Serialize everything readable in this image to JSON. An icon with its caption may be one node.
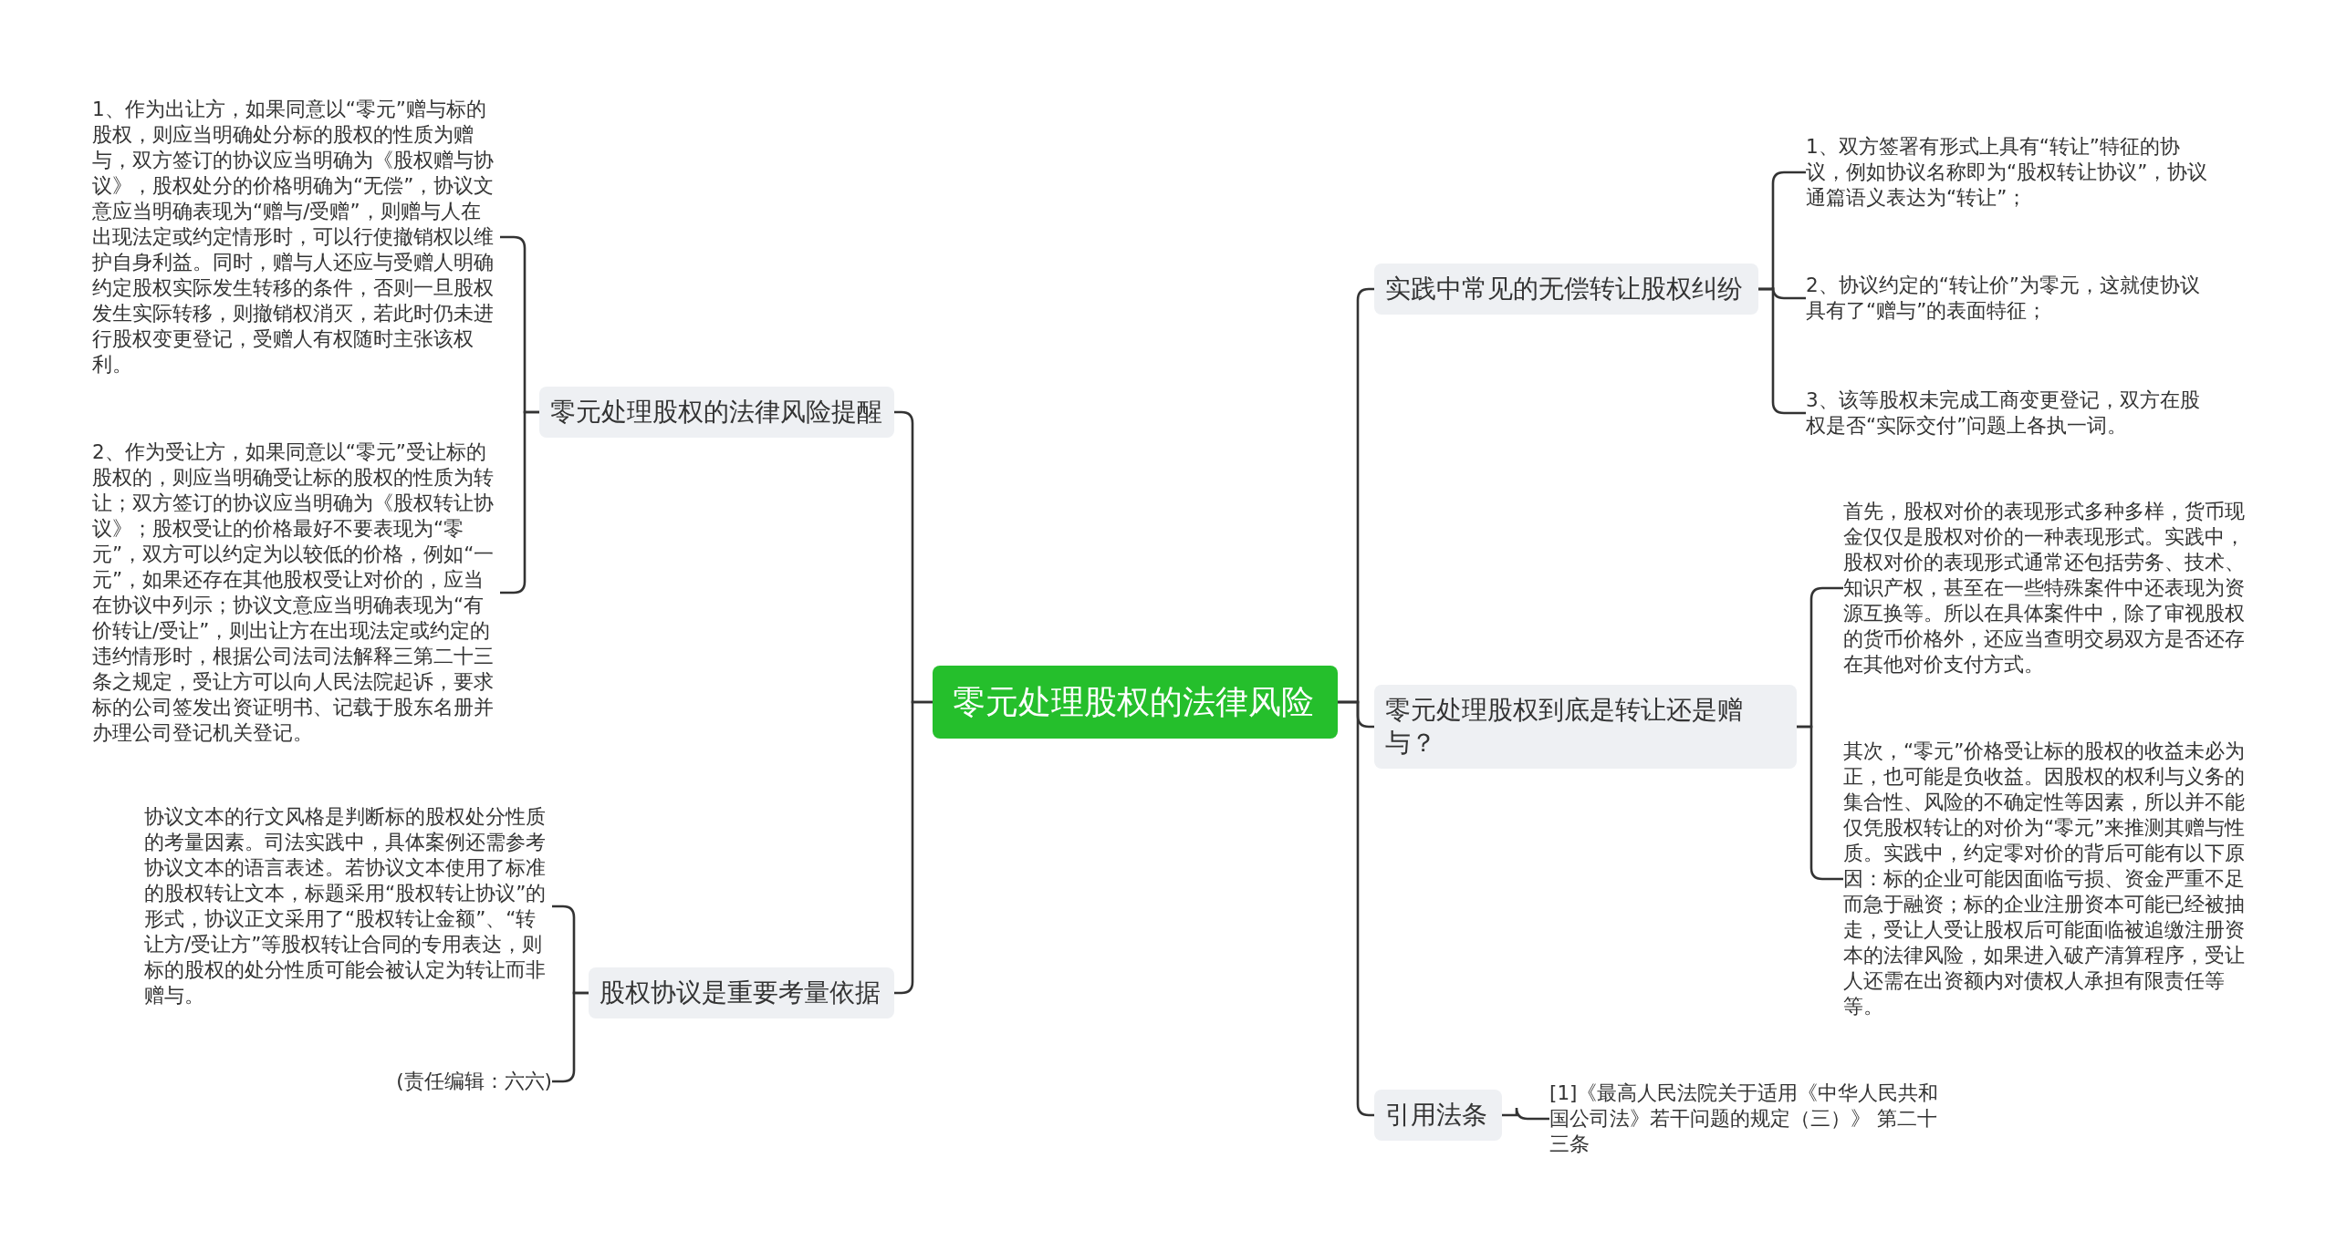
{
  "diagram": {
    "nodes": [
      {
        "text": [
          "零元处理股权的法律风险"
        ]
      },
      {
        "text": [
          "零元处理股权的法律风险提醒"
        ]
      },
      {
        "text": [
          "1、作为出让方，如果同意以“零元”赠与标的股权，则应当明确处分标的股权的性质为赠与，双方签订的协议应当明确为《股权赠与协议》，股权处分的价格明确为“无偿”，协议文意应当明确表现为“赠与/受赠”，则赠与人在出现法定或约定情形时，可以行使撤销权以维护自身利益。同时，赠与人还应与受赠人明确约定股权实际发生转移的条件，否则一旦股权发生实际转移，则撤销权消灭，若此时仍未进行股权变更登记，受赠人有权随时主张该权利。"
        ]
      },
      {
        "text": [
          "2、作为受让方，如果同意以“零元”受让标的股权的，则应当明确受让标的股权的性质为转让；双方签订的协议应当明确为《股权转让协议》；股权受让的价格最好不要表现为“零元”，双方可以约定为以较低的价格，例如“一元”，如果还存在其他股权受让对价的，应当在协议中列示；协议文意应当明确表现为“有价转让/受让”，则出让方在出现法定或约定的违约情形时，根据公司法司法解释三第二十三条之规定，受让方可以向人民法院起诉，要求标的公司签发出资证明书、记载于股东名册并办理公司登记机关登记。"
        ]
      },
      {
        "text": [
          "股权协议是重要考量依据"
        ]
      },
      {
        "text": [
          "协议文本的行文风格是判断标的股权处分性质的考量因素。司法实践中，具体案例还需参考协议文本的语言表述。若协议文本使用了标准的股权转让文本，标题采用“股权转让协议”的形式，协议正文采用了“股权转让金额”、“转让方/受让方”等股权转让合同的专用表达，则标的股权的处分性质可能会被认定为转让而非赠与。"
        ]
      },
      {
        "text": [
          "(责任编辑：六六)"
        ]
      },
      {
        "text": [
          "实践中常见的无偿转让股权纠纷"
        ]
      },
      {
        "text": [
          "1、双方签署有形式上具有“转让”特征的协议，例如协议名称即为“股权转让协议”，协议通篇语义表达为“转让”；"
        ]
      },
      {
        "text": [
          "2、协议约定的“转让价”为零元，这就使协议具有了“赠与”的表面特征；"
        ]
      },
      {
        "text": [
          "3、该等股权未完成工商变更登记，双方在股权是否“实际交付”问题上各执一词。"
        ]
      },
      {
        "text": [
          "零元处理股权到底是转让还是赠与？"
        ]
      },
      {
        "text": [
          "首先，股权对价的表现形式多种多样，货币现金仅仅是股权对价的一种表现形式。实践中，股权对价的表现形式通常还包括劳务、技术、知识产权，甚至在一些特殊案件中还表现为资源互换等。所以在具体案件中，除了审视股权的货币价格外，还应当查明交易双方是否还存在其他对价支付方式。"
        ]
      },
      {
        "text": [
          "其次，“零元”价格受让标的股权的收益未必为正，也可能是负收益。因股权的权利与义务的集合性、风险的不确定性等因素，所以并不能仅凭股权转让的对价为“零元”来推测其赠与性质。实践中，约定零对价的背后可能有以下原因：标的企业可能因面临亏损、资金严重不足而急于融资；标的企业注册资本可能已经被抽走，受让人受让股权后可能面临被追缴注册资本的法律风险，如果进入破产清算程序，受让人还需在出资额内对债权人承担有限责任等等。"
        ]
      },
      {
        "text": [
          "引用法条"
        ]
      },
      {
        "text": [
          "[1]《最高人民法院关于适用《中华人民共和国公司法》若干问题的规定（三）》 第二十三条"
        ]
      }
    ],
    "edges": [
      {
        "from": 0,
        "to": 1,
        "arrow": "none"
      },
      {
        "from": 1,
        "to": 2,
        "arrow": "none"
      },
      {
        "from": 1,
        "to": 3,
        "arrow": "none"
      },
      {
        "from": 0,
        "to": 4,
        "arrow": "none"
      },
      {
        "from": 4,
        "to": 5,
        "arrow": "none"
      },
      {
        "from": 4,
        "to": 6,
        "arrow": "none"
      },
      {
        "from": 0,
        "to": 7,
        "arrow": "none"
      },
      {
        "from": 7,
        "to": 8,
        "arrow": "none"
      },
      {
        "from": 7,
        "to": 9,
        "arrow": "none"
      },
      {
        "from": 7,
        "to": 10,
        "arrow": "none"
      },
      {
        "from": 0,
        "to": 11,
        "arrow": "none"
      },
      {
        "from": 11,
        "to": 12,
        "arrow": "none"
      },
      {
        "from": 11,
        "to": 13,
        "arrow": "none"
      },
      {
        "from": 0,
        "to": 14,
        "arrow": "none"
      },
      {
        "from": 14,
        "to": 15,
        "arrow": "none"
      }
    ]
  }
}
